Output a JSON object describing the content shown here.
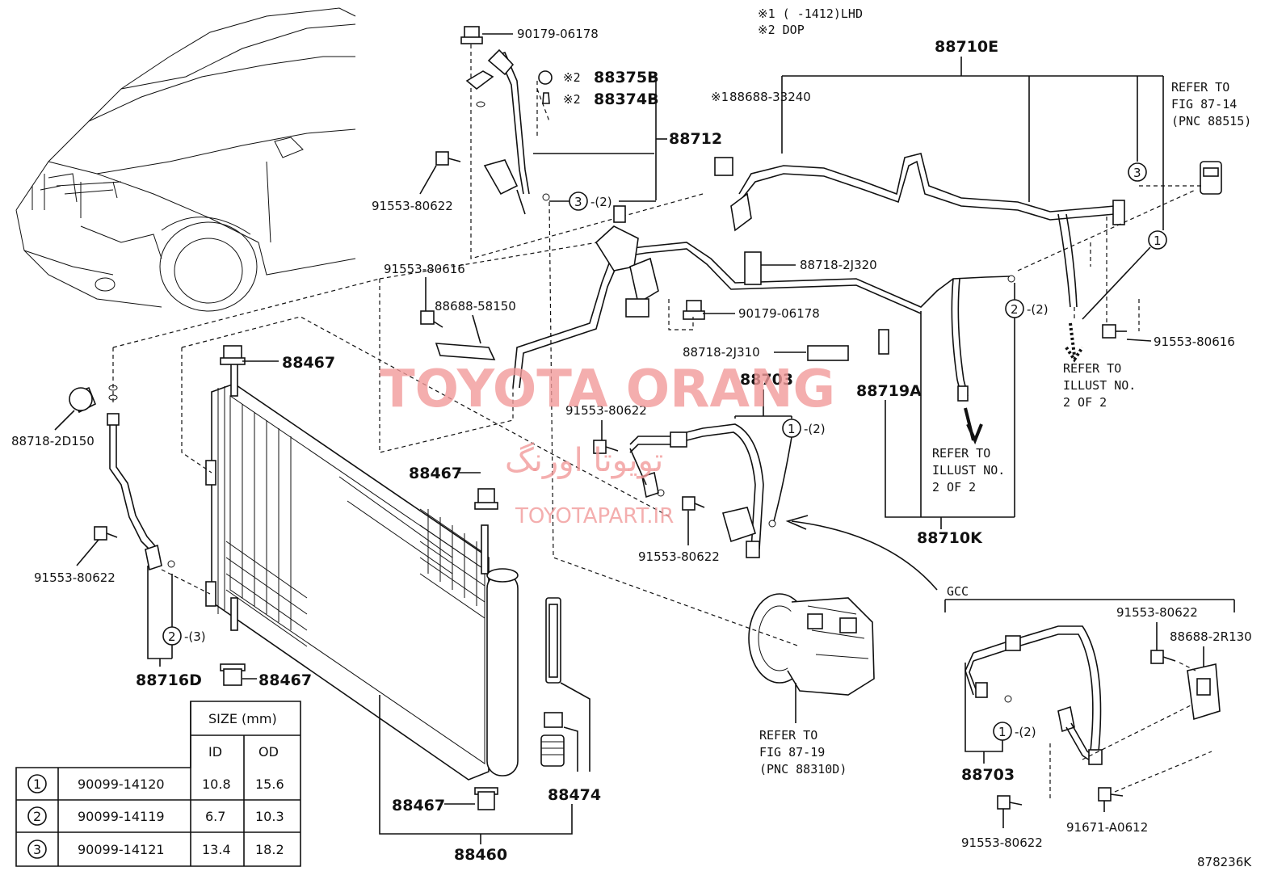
{
  "notes": {
    "n1": "※1 (       -1412)LHD",
    "n2": "※2 DOP",
    "n1_marker": "※1",
    "n2_marker": "※2"
  },
  "labels": {
    "p88710E": "88710E",
    "p90179_top": "90179-06178",
    "p88375B": "88375B",
    "p88374B": "88374B",
    "p88712": "88712",
    "p88688_33240": "88688-33240",
    "p91553_80622_a": "91553-80622",
    "p91553_80616_a": "91553-80616",
    "p88688_58150": "88688-58150",
    "p88718_2J320": "88718-2J320",
    "p90179_mid": "90179-06178",
    "p91553_80616_b": "91553-80616",
    "p88718_2J310": "88718-2J310",
    "p88703_a": "88703",
    "p88719A": "88719A",
    "p88467_a": "88467",
    "p88467_b": "88467",
    "p88467_c": "88467",
    "p88467_d": "88467",
    "p88718_2D150": "88718-2D150",
    "p91553_80622_b": "91553-80622",
    "p91553_80622_c": "91553-80622",
    "p91553_80622_d": "91553-80622",
    "p88716D": "88716D",
    "p88710K": "88710K",
    "p88474": "88474",
    "p88460": "88460",
    "gcc": "GCC",
    "p91553_80622_e": "91553-80622",
    "p88688_2R130": "88688-2R130",
    "p88703_b": "88703",
    "p91553_80622_f": "91553-80622",
    "p91671_A0612": "91671-A0612",
    "diagram_id": "878236K"
  },
  "circles": {
    "c3_top": "3",
    "c3_top_qty": "-(2)",
    "c3_right": "3",
    "c1_right": "1",
    "c2_mid": "2",
    "c2_mid_qty": "-(2)",
    "c1_mid": "1",
    "c1_mid_qty": "-(2)",
    "c2_left": "2",
    "c2_left_qty": "-(3)",
    "c1_gcc": "1",
    "c1_gcc_qty": "-(2)"
  },
  "refers": {
    "fig8714": [
      "REFER TO",
      "FIG 87-14",
      "(PNC 88515)"
    ],
    "illust_right": [
      "REFER TO",
      "ILLUST NO.",
      "2 OF 2"
    ],
    "illust_mid": [
      "REFER TO",
      "ILLUST NO.",
      "2 OF 2"
    ],
    "fig8719": [
      "REFER TO",
      "FIG 87-19",
      "(PNC 88310D)"
    ]
  },
  "table": {
    "header_size": "SIZE (mm)",
    "col_id": "ID",
    "col_od": "OD",
    "rows": [
      {
        "ref": "1",
        "part": "90099-14120",
        "id": "10.8",
        "od": "15.6"
      },
      {
        "ref": "2",
        "part": "90099-14119",
        "id": "6.7",
        "od": "10.3"
      },
      {
        "ref": "3",
        "part": "90099-14121",
        "id": "13.4",
        "od": "18.2"
      }
    ]
  },
  "watermark": {
    "main": "TOYOTA ORANG",
    "farsi": "تویوتا اورنگ",
    "site": "TOYOTAPART.IR"
  }
}
